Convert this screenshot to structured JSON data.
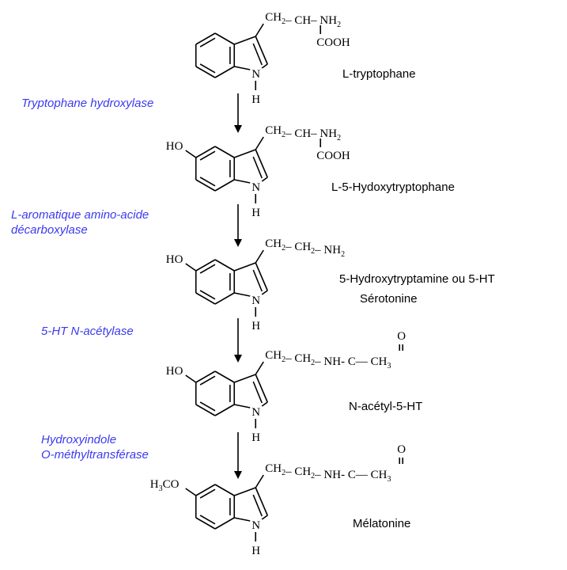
{
  "colors": {
    "enzyme": "#3a3af0",
    "highlight": "#e8102a",
    "text": "#000000"
  },
  "atoms": {
    "n": "N",
    "h": "H",
    "o": "O"
  },
  "compounds": [
    {
      "name": "L-tryptophane",
      "substituent": "",
      "chain": [
        {
          "main": "CH",
          "sub": "2"
        },
        {
          "main": "– CH– NH",
          "sub": "2"
        }
      ],
      "carbonyl": false,
      "cooh": "COOH"
    },
    {
      "name": "L-5-Hydoxytryptophane",
      "substituent": "HO",
      "chain": [
        {
          "main": "CH",
          "sub": "2"
        },
        {
          "main": "– CH– NH",
          "sub": "2"
        }
      ],
      "carbonyl": false,
      "cooh": "COOH"
    },
    {
      "name": "5-Hydroxytryptamine ou 5-HT",
      "subname": "Sérotonine",
      "substituent": "HO",
      "chain": [
        {
          "main": "CH",
          "sub": "2"
        },
        {
          "main": "– CH",
          "sub": "2"
        },
        {
          "main": "– NH",
          "sub": "2"
        }
      ],
      "carbonyl": false
    },
    {
      "name": "N-acétyl-5-HT",
      "substituent": "HO",
      "chain": [
        {
          "main": "CH",
          "sub": "2"
        },
        {
          "main": "– CH",
          "sub": "2"
        },
        {
          "main": "– NH- C— CH",
          "sub": "3"
        }
      ],
      "carbonyl": true
    },
    {
      "name": "Mélatonine",
      "substituent": "H",
      "substituent_sub": "3",
      "substituent_tail": "CO",
      "chain": [
        {
          "main": "CH",
          "sub": "2"
        },
        {
          "main": "– CH",
          "sub": "2"
        },
        {
          "main": "– NH- C— CH",
          "sub": "3"
        }
      ],
      "carbonyl": true
    }
  ],
  "enzymes": [
    {
      "lines": [
        "Tryptophane hydroxylase"
      ]
    },
    {
      "lines": [
        "L-aromatique amino-acide",
        "décarboxylase"
      ]
    },
    {
      "lines": [
        "5-HT N-acétylase"
      ]
    },
    {
      "lines": [
        "Hydroxyindole",
        "O-méthyltransférase"
      ]
    }
  ]
}
